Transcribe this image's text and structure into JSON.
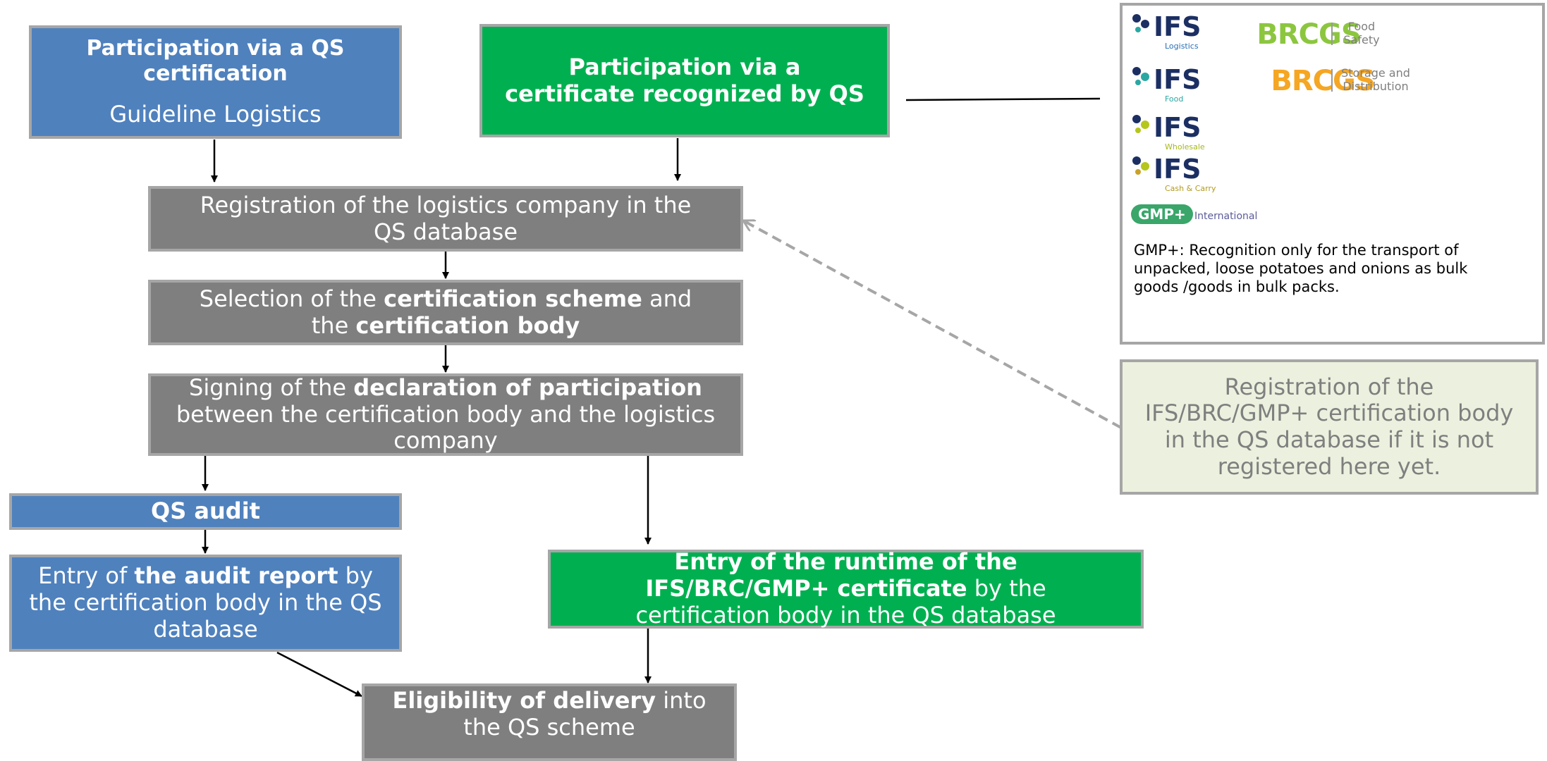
{
  "boxes": {
    "qs_cert_title": "Participation via a QS certification",
    "qs_cert_sub": "Guideline Logistics",
    "recognized_cert": "Participation via a certificate recognized by QS",
    "registration": "Registration of the logistics company in the QS database",
    "selection_a": "Selection of the ",
    "selection_b": "certification scheme",
    "selection_c": " and the ",
    "selection_d": "certification body",
    "signing_a": "Signing of the ",
    "signing_b": "declaration of participation",
    "signing_c": " between the certification body and the logistics company",
    "qs_audit": "QS audit",
    "entry_audit_a": "Entry of ",
    "entry_audit_b": "the audit report",
    "entry_audit_c": " by the certification body in the QS database",
    "entry_runtime_a": "Entry of the runtime of the IFS/BRC/GMP+ certificate",
    "entry_runtime_b": " by the certification body in the QS database",
    "eligibility_a": "Eligibility of delivery",
    "eligibility_b": " into the QS scheme",
    "registration_cb": "Registration of the IFS/BRC/GMP+ certification body in the QS database if it is not registered here yet."
  },
  "logos": {
    "ifs_word": "IFS",
    "ifs_logistics": "Logistics",
    "ifs_food": "Food",
    "ifs_wholesale": "Wholesale",
    "ifs_cashcarry": "Cash & Carry",
    "brcgs_word": "BRCGS",
    "brcgs_food_safety": "Food Safety",
    "brcgs_storage": "Storage and Distribution",
    "gmp_pill": "GMP+",
    "gmp_international": "International"
  },
  "note": "GMP+: Recognition only for the transport of unpacked, loose potatoes and onions as bulk goods /goods in bulk packs.",
  "colors": {
    "blue": "#4f81bd",
    "green": "#00b050",
    "grey": "#7f7f7f",
    "light_green": "#ebf1de",
    "ifs_navy": "#1c2f63",
    "brcgs_green": "#8cc63f",
    "brcgs_orange": "#f5a623"
  }
}
